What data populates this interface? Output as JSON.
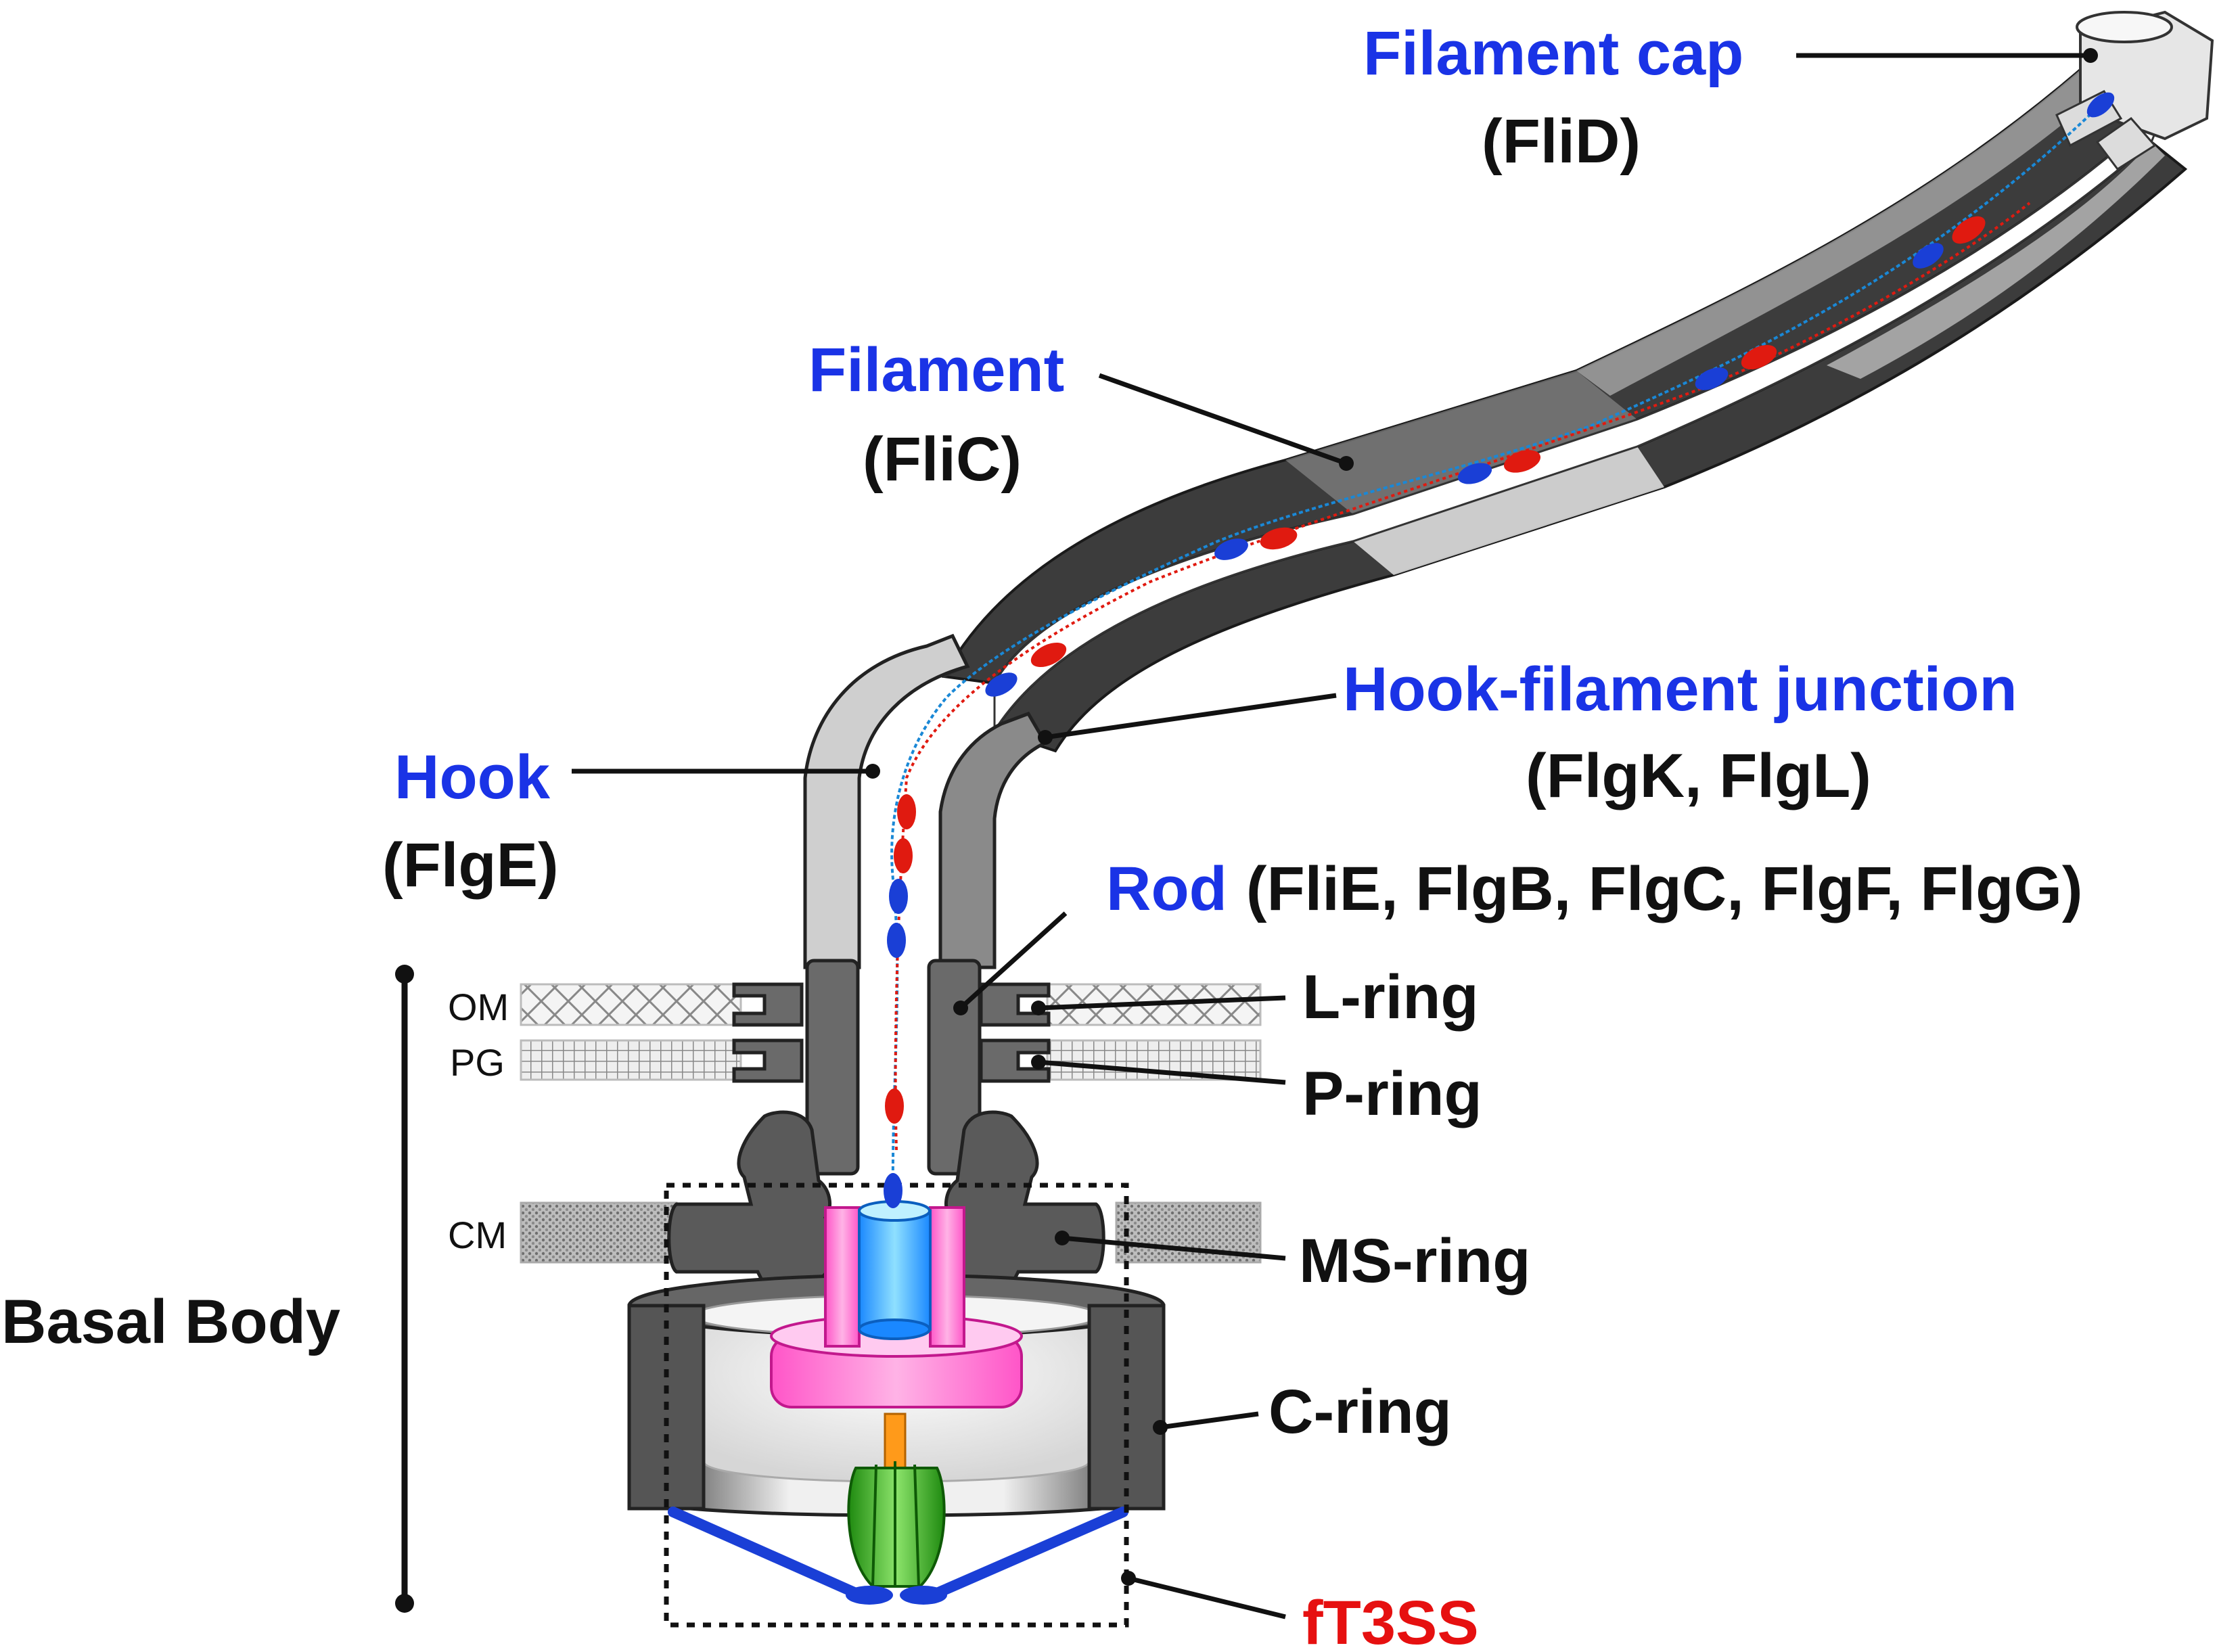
{
  "labels": {
    "filament_cap": "Filament cap",
    "filament_cap_protein": "(FliD)",
    "filament": "Filament",
    "filament_protein": "(FliC)",
    "junction": "Hook-filament junction",
    "junction_protein": "(FlgK, FlgL)",
    "hook": "Hook",
    "hook_protein": "(FlgE)",
    "rod": "Rod",
    "rod_protein": "(FliE, FlgB, FlgC, FlgF, FlgG)",
    "l_ring": "L-ring",
    "p_ring": "P-ring",
    "ms_ring": "MS-ring",
    "c_ring": "C-ring",
    "ft3ss": "fT3SS",
    "basal_body": "Basal Body",
    "om": "OM",
    "pg": "PG",
    "cm": "CM"
  },
  "colors": {
    "component_name": "#1a33e6",
    "protein_name": "#111111",
    "ft3ss": "#e61010",
    "flagellin_blue": "#1a3fd6",
    "flagellin_red": "#e01a10",
    "ms_ring_insert": "#ff66cc",
    "export_gate": "#33aaff",
    "atpase": "#33bb22",
    "stalk": "#ff9900",
    "fliH_arms": "#1a3fd6"
  },
  "icons": {
    "membrane_om": "crosshatch-pattern",
    "membrane_pg": "grid-pattern",
    "membrane_cm": "dot-pattern"
  }
}
